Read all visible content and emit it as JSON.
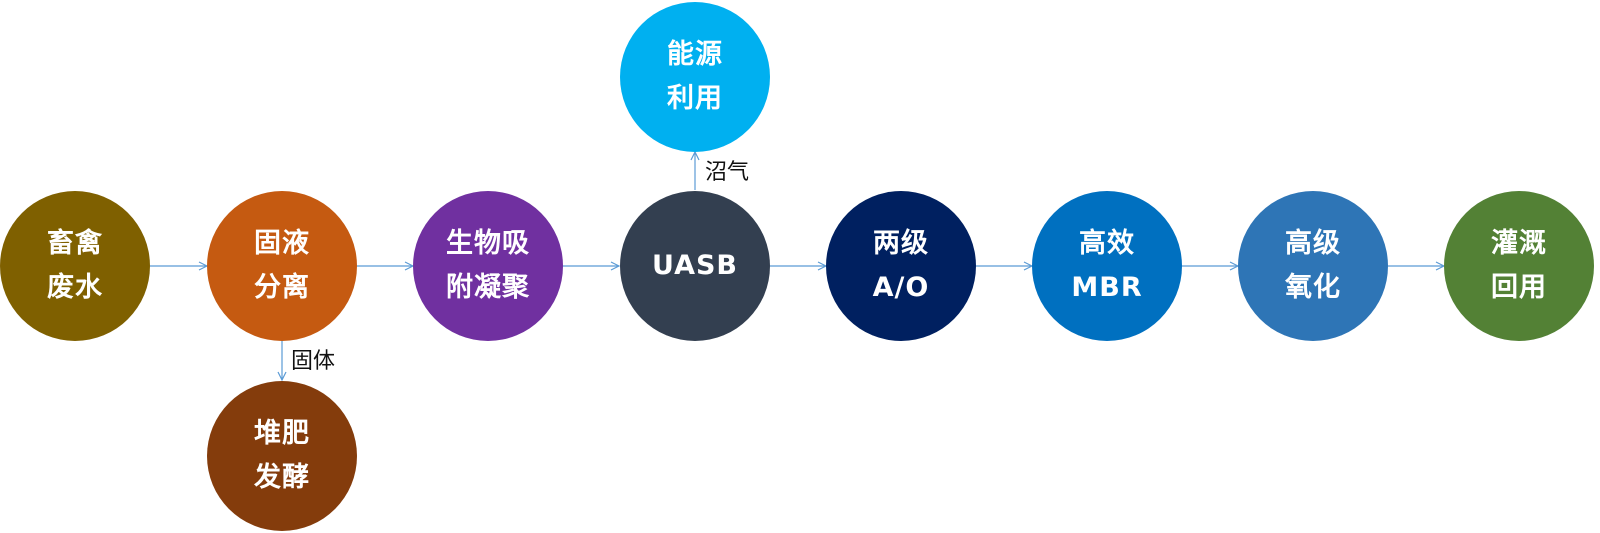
{
  "nodes": {
    "livestock_wastewater": {
      "lines": [
        "畜禽",
        "废水"
      ],
      "color": "#7f6000"
    },
    "solid_liquid_separation": {
      "lines": [
        "固液",
        "分离"
      ],
      "color": "#c55a11"
    },
    "composting": {
      "lines": [
        "堆肥",
        "发酵"
      ],
      "color": "#843c0c"
    },
    "bio_adsorption": {
      "lines": [
        "生物吸",
        "附凝聚"
      ],
      "color": "#7030a0"
    },
    "uasb": {
      "lines": [
        "UASB"
      ],
      "color": "#333f50"
    },
    "energy_use": {
      "lines": [
        "能源",
        "利用"
      ],
      "color": "#00b0f0"
    },
    "two_stage_ao": {
      "lines": [
        "两级",
        "A/O"
      ],
      "color": "#002060"
    },
    "mbr": {
      "lines": [
        "高效",
        "MBR"
      ],
      "color": "#0070c0"
    },
    "advanced_oxidation": {
      "lines": [
        "高级",
        "氧化"
      ],
      "color": "#2e75b6"
    },
    "irrigation": {
      "lines": [
        "灌溉",
        "回用"
      ],
      "color": "#538135"
    }
  },
  "edge_labels": {
    "solids": "固体",
    "biogas": "沼气"
  },
  "colors": {
    "arrow": "#5b9bd5",
    "label_text": "#ffffff"
  }
}
